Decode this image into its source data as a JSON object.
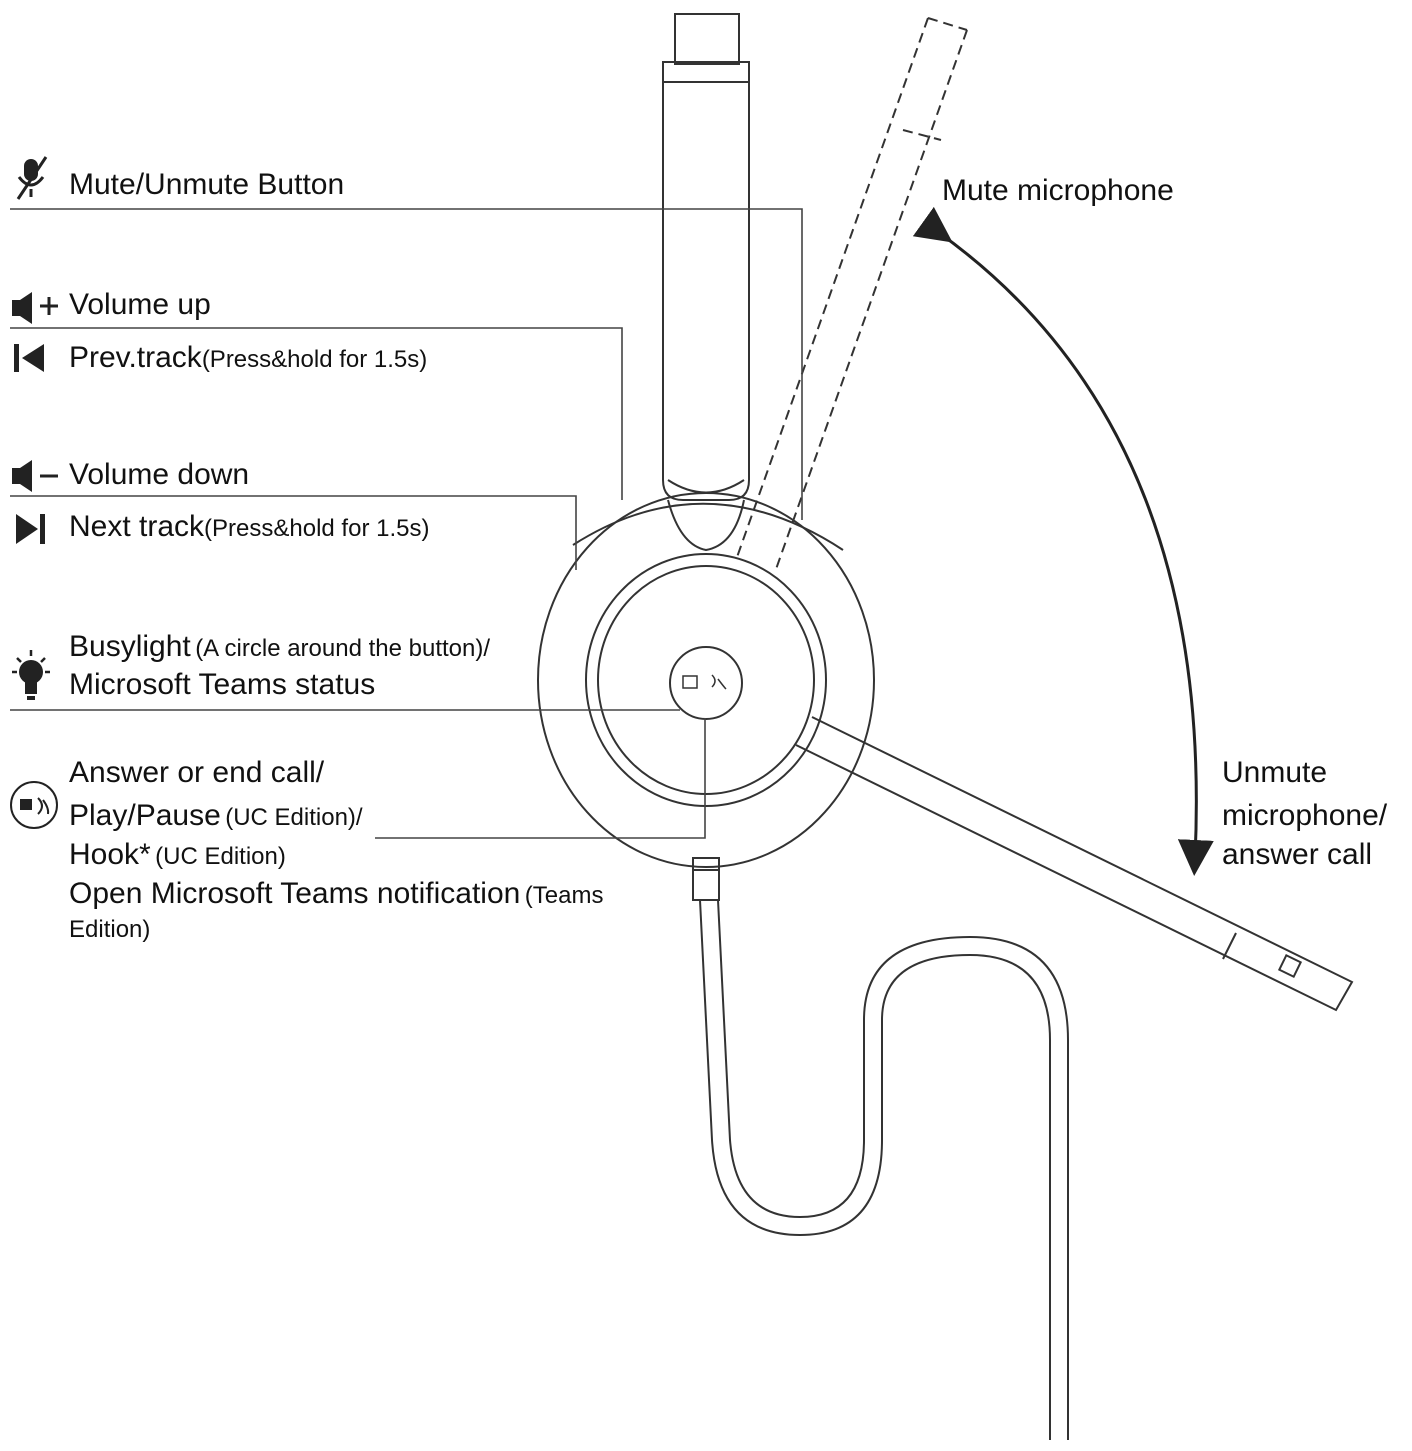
{
  "labels": {
    "mute_button": "Mute/Unmute Button",
    "volume_up": "Volume up",
    "prev_track": "Prev.track",
    "prev_track_note": "(Press&hold for 1.5s)",
    "volume_down": "Volume down",
    "next_track": "Next track",
    "next_track_note": "(Press&hold for 1.5s)",
    "busylight": "Busylight",
    "busylight_note": "(A circle around the button)/",
    "teams_status": "Microsoft Teams status",
    "answer_call": "Answer or end call/",
    "play_pause": "Play/Pause",
    "play_pause_note": "(UC Edition)/",
    "hook": "Hook*",
    "hook_note": "(UC Edition)",
    "open_teams": "Open Microsoft Teams notification",
    "open_teams_note_1": "(Teams",
    "open_teams_note_2": "Edition)",
    "mute_microphone": "Mute microphone",
    "unmute_1": "Unmute",
    "unmute_2": "microphone/",
    "unmute_3": "answer call"
  },
  "icons": {
    "mute": "mic-muted-icon",
    "volume_up": "speaker-plus-icon",
    "prev": "skip-previous-icon",
    "volume_down": "speaker-minus-icon",
    "next": "skip-next-icon",
    "busylight": "lightbulb-icon",
    "answer": "call-button-icon"
  },
  "colors": {
    "line": "#222222",
    "text": "#111111"
  }
}
